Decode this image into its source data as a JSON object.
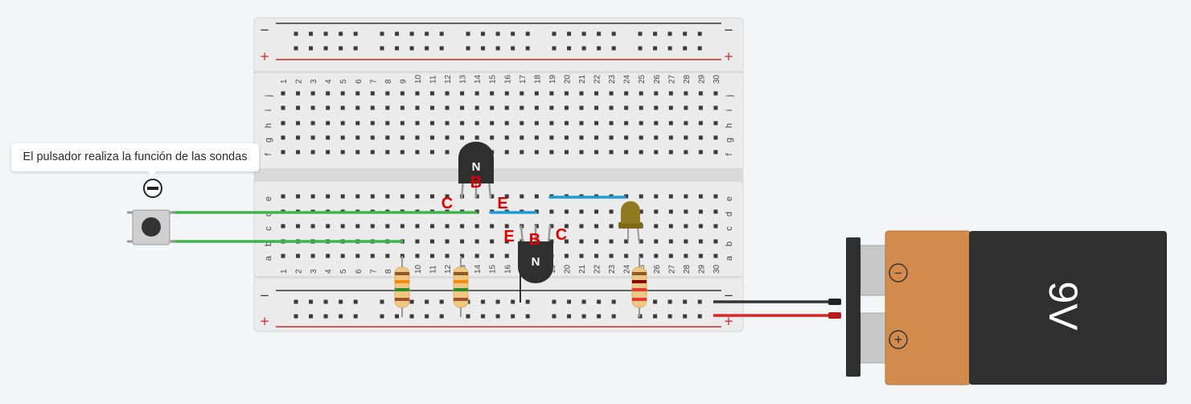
{
  "annotation": {
    "tooltip_text": "El pulsador realiza la función de las sondas"
  },
  "breadboard": {
    "columns": [
      "1",
      "2",
      "3",
      "4",
      "5",
      "6",
      "7",
      "8",
      "9",
      "10",
      "11",
      "12",
      "13",
      "14",
      "15",
      "16",
      "17",
      "18",
      "19",
      "20",
      "21",
      "22",
      "23",
      "24",
      "25",
      "26",
      "27",
      "28",
      "29",
      "30"
    ],
    "top_rows": [
      "j",
      "i",
      "h",
      "g",
      "f"
    ],
    "bottom_rows": [
      "e",
      "d",
      "c",
      "b",
      "a"
    ],
    "rail_minus": "−",
    "rail_plus": "+"
  },
  "transistors": [
    {
      "id": "q1",
      "type_label": "N",
      "terminal_labels": {
        "collector": "C",
        "base": "B",
        "emitter": "E"
      }
    },
    {
      "id": "q2",
      "type_label": "N",
      "terminal_labels": {
        "emitter": "E",
        "base": "B",
        "collector": "C"
      }
    }
  ],
  "battery": {
    "voltage_label": "9V",
    "minus_symbol": "−",
    "plus_symbol": "+"
  },
  "colors": {
    "board": "#ebebeb",
    "wire_green": "#3fb34f",
    "wire_blue": "#1e9bd7",
    "wire_red": "#d12a2a",
    "wire_black": "#333333",
    "transistor": "#2f2f2f",
    "label_red": "#e00000",
    "led_body": "#8f7a1f",
    "battery_orange": "#d28b4d",
    "battery_dark": "#2f2f2f"
  }
}
